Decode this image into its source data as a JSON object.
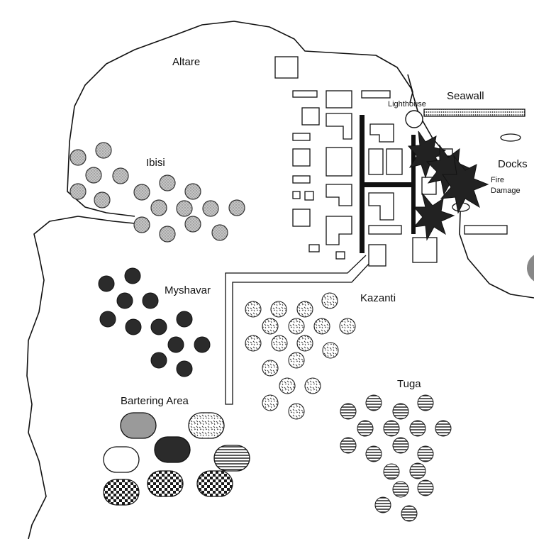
{
  "map": {
    "labels": {
      "altare": "Altare",
      "ibisi": "Ibisi",
      "myshavar": "Myshavar",
      "kazanti": "Kazanti",
      "tuga": "Tuga",
      "bartering_area": "Bartering Area",
      "seawall": "Seawall",
      "lighthouse": "Lighthouse",
      "docks": "Docks",
      "fire_damage_line1": "Fire",
      "fire_damage_line2": "Damage"
    },
    "camp_patterns": {
      "ibisi": "light-gray-stipple",
      "myshavar": "dark-fill",
      "kazanti": "dashed-hatch",
      "tuga": "horizontal-stripes"
    },
    "bartering_stalls": [
      "gray-fill",
      "dashed-hatch",
      "white",
      "dark-fill",
      "horizontal-stripes",
      "checkerboard",
      "checkerboard",
      "checkerboard"
    ],
    "colors": {
      "ink": "#111111",
      "ibisi_fill": "#b8b8b8",
      "myshavar_fill": "#2b2b2b",
      "fire": "#222222",
      "page": "#ffffff"
    }
  }
}
